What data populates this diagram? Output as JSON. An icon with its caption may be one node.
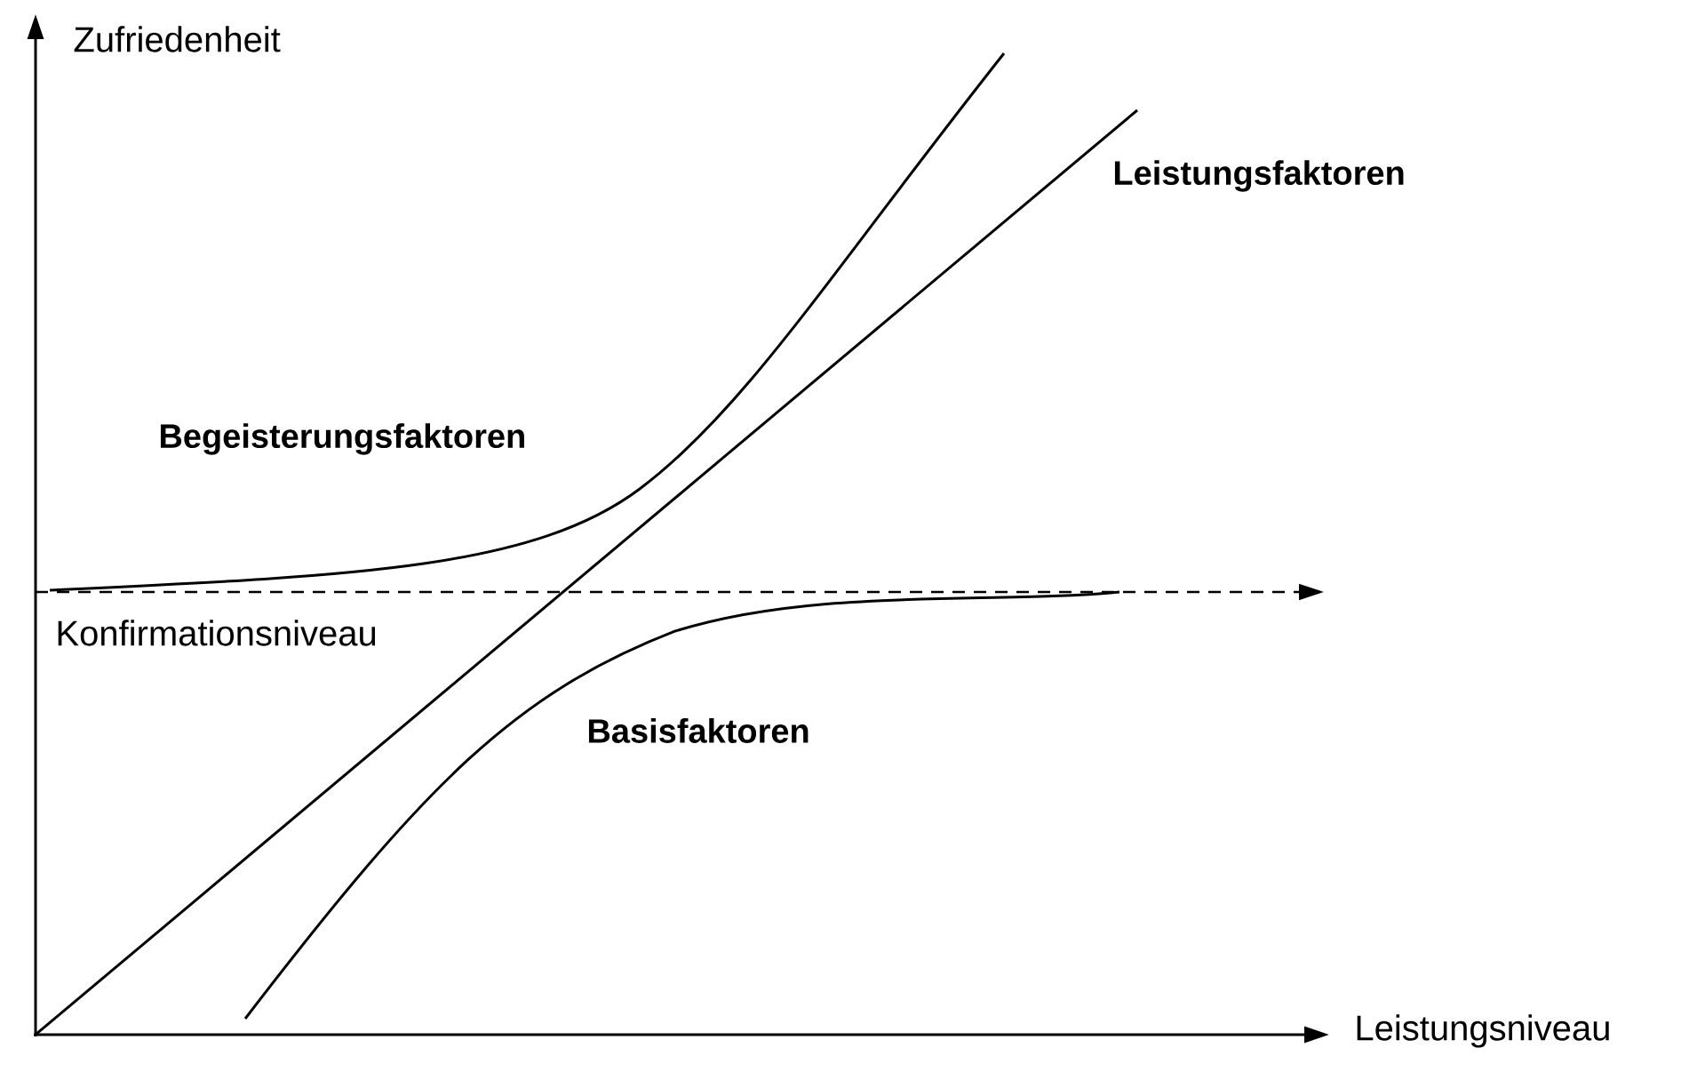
{
  "diagram": {
    "labels": [
      "Zufriedenheit",
      "Leistungsfaktoren",
      "Begeisterungsfaktoren",
      "Konfirmationsniveau",
      "Basisfaktoren",
      "Leistungsniveau"
    ]
  }
}
